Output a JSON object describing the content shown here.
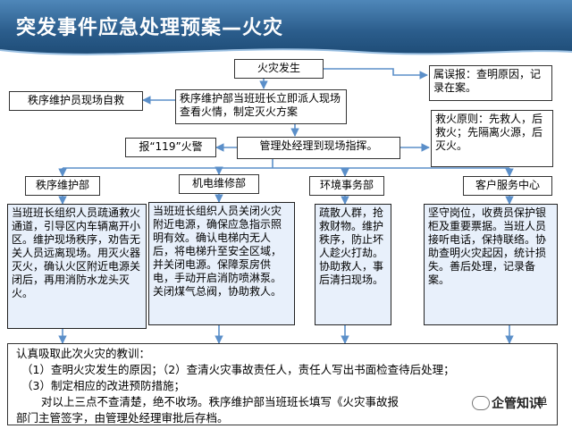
{
  "header": {
    "title": "突发事件应急处理预案—火灾"
  },
  "nodes": {
    "fire_start": "火灾发生",
    "security_self_rescue": "秩序维护员现场自救",
    "dispatch": "秩序维护部当班班长立即派人现场查看火情，制定灭火方案",
    "false_alarm": "属误报：查明原因，记录在案。",
    "call_119": "报“119”火警",
    "manager_command": "管理处经理到现场指挥。",
    "fire_principle": "救火原则：先救人，后救火；先隔离火源，后灭火。",
    "dept_security": "秩序维护部",
    "dept_mep": "机电维修部",
    "dept_env": "环境事务部",
    "dept_cs": "客户服务中心",
    "task_security": "当班班长组织人员疏通救火通道，引导区内车辆离开小区。维护现场秩序，劝告无关人员远离现场。用灭火器灭火，确认火区附近电源关闭后，再用消防水龙头灭火。",
    "task_mep": "当班班长组织人员关闭火灾附近电源，确保应急指示照明有效。确认电梯内无人后，将电梯升至安全区域，并关闭电源。保障泵房供电，手动开启消防喷淋泵。关闭煤气总阀，协助救人。",
    "task_env": "疏散人群，抢救财物。维护秩序，防止坏人趁火打劫。协助救人，事后清扫现场。",
    "task_cs": "坚守岗位，收费员保护银柜及重要票据。当班人员接听电话，保持联络。协助查明火灾起因，统计损失。善后处理，记录备案。"
  },
  "summary": {
    "line1": "认真吸取此次火灾的教训：",
    "line2": "（1）查明火灾发生的原因；（2）查清火灾事故责任人，责任人写出书面检查待后处理；",
    "line3": "（3）制定相应的改进预防措施；",
    "line4": "对以上三点不查清楚，绝不收场。秩序维护部当班班长填写《火灾事故报",
    "line4b": "单",
    "line5": "部门主管签字，由管理处经理审批后存档。"
  },
  "watermark": {
    "text": "企管知识"
  },
  "colors": {
    "header": "#2b5d8c",
    "arrow": "#5b8fc9",
    "box_fill": "#e8f0fb"
  }
}
